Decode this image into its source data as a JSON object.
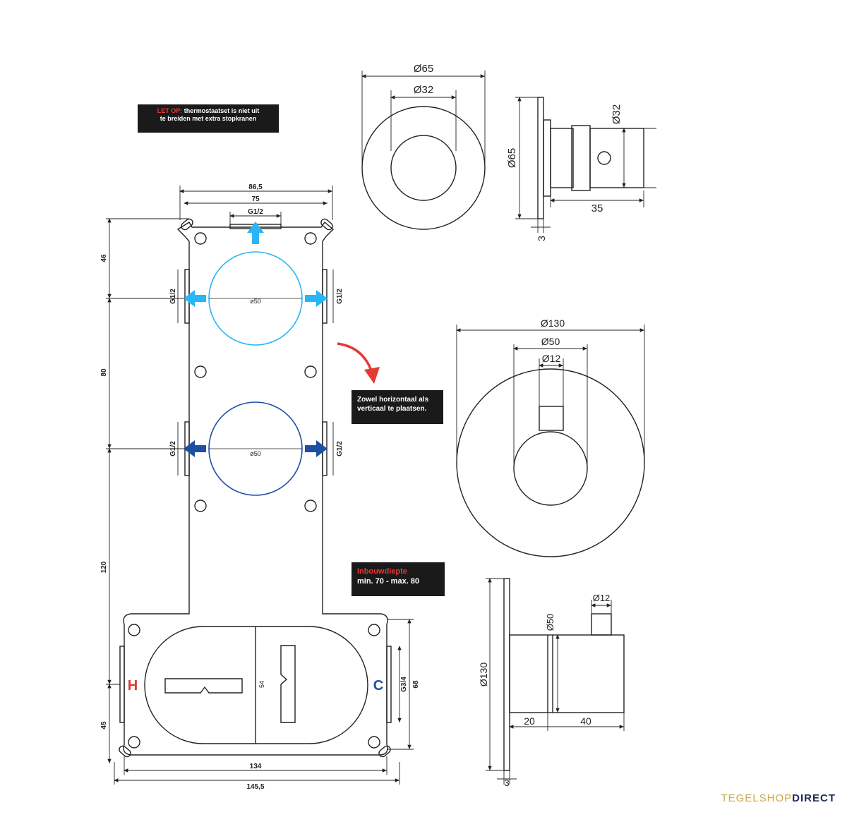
{
  "notes": {
    "warning_label": "LET OP:",
    "warning_text_1": "thermostaatset is niet uit",
    "warning_text_2": "te breiden met extra stopkranen",
    "orientation_1": "Zowel horizontaal als",
    "orientation_2": "verticaal te plaatsen.",
    "depth_1": "Inbouwdiepte",
    "depth_2": "min. 70 - max. 80"
  },
  "box": {
    "top_outer": "86,5",
    "top_inner": "75",
    "top_port": "G1/2",
    "side_port": "G1/2",
    "hole": "ø50",
    "dim_46": "46",
    "dim_80": "80",
    "dim_120": "120",
    "dim_45": "45",
    "dim_54": "54",
    "dim_68": "68",
    "dim_g34": "G3/4",
    "bottom_inner": "134",
    "bottom_outer": "145,5",
    "hot": "H",
    "cold": "C"
  },
  "knob": {
    "d65": "Ø65",
    "d32": "Ø32",
    "depth": "35",
    "thick": "3"
  },
  "rosette": {
    "d130": "Ø130",
    "d50": "Ø50",
    "d12": "Ø12",
    "len20": "20",
    "len40": "40",
    "thick": "3"
  },
  "brand": {
    "part1": "TEGELSHOP",
    "part2": "DIRECT"
  },
  "colors": {
    "light_blue": "#29b6f6",
    "dark_blue": "#1e4fa3",
    "red": "#e53935",
    "hot": "#e53935",
    "cold": "#1e4fa3"
  }
}
